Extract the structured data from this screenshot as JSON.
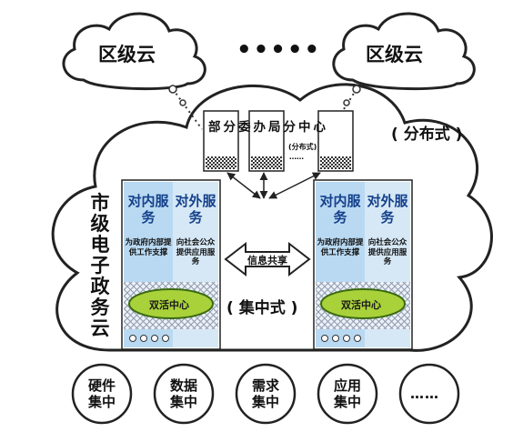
{
  "clouds": {
    "left_label": "区级云",
    "right_label": "区级云",
    "ellipsis": "•••••"
  },
  "distributed": {
    "label": "( 分布式 )",
    "department_label": "部分委办局分中心",
    "sub_label": "(分布式)",
    "dots": "……"
  },
  "main_cloud": {
    "label": "市级电子政务云"
  },
  "centralized": {
    "label": "( 集中式 )"
  },
  "info_share": {
    "label": "信息共享"
  },
  "datacenters": [
    {
      "internal_title": "对内服务",
      "internal_desc": "为政府内部提供工作支撑",
      "external_title": "对外服务",
      "external_desc": "向社会公众提供应用服务",
      "center_label": "双活中心"
    },
    {
      "internal_title": "对内服务",
      "internal_desc": "为政府内部提供工作支撑",
      "external_title": "对外服务",
      "external_desc": "向社会公众提供应用服务",
      "center_label": "双活中心"
    }
  ],
  "bottom_items": [
    "硬件集中",
    "数据集中",
    "需求集中",
    "应用集中",
    "……"
  ],
  "colors": {
    "column_internal": "#b9d9f2",
    "column_external": "#d6e8f6",
    "center_ellipse": "#a9d13a",
    "hatch": "#9aa6b8"
  }
}
